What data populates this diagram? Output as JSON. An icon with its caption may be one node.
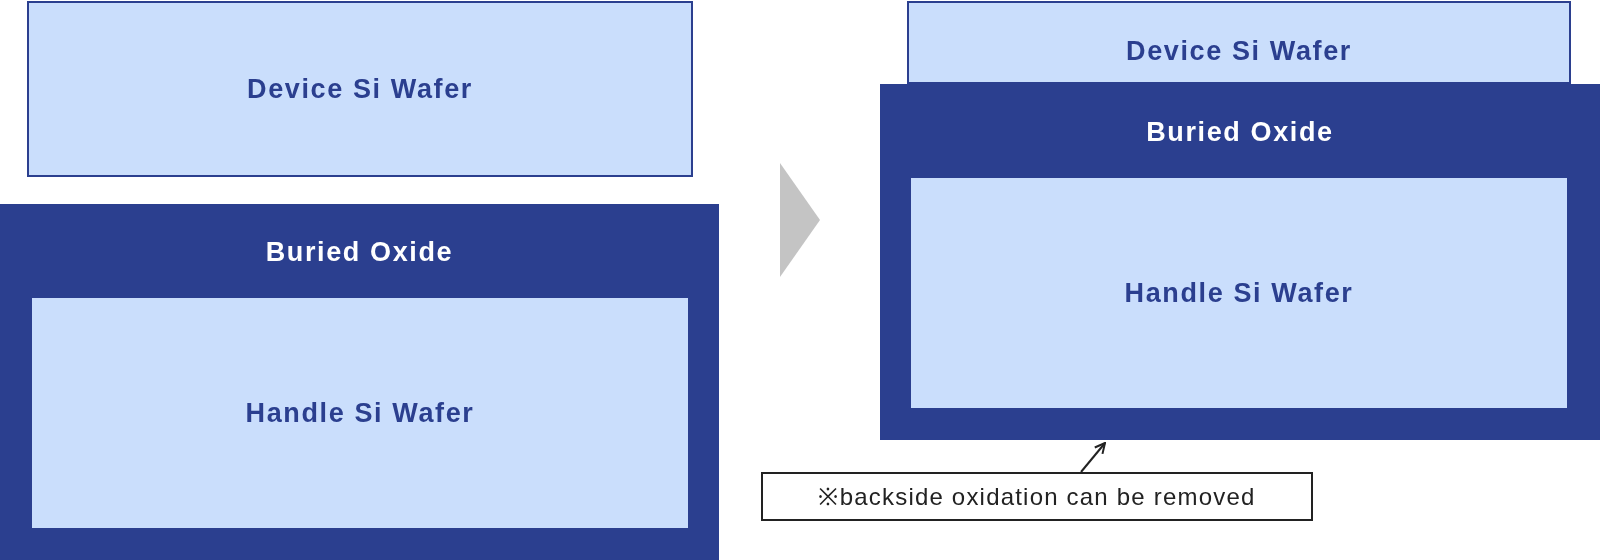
{
  "diagram": {
    "nodes": [
      {
        "text": [
          "Device Si Wafer"
        ]
      },
      {
        "text": [
          "Buried Oxide"
        ]
      },
      {
        "text": [
          "Handle Si Wafer"
        ],
        "in": 1
      },
      {
        "text": [
          "Device Si Wafer"
        ]
      },
      {
        "text": [
          "Buried Oxide"
        ]
      },
      {
        "text": [
          "Handle Si Wafer"
        ],
        "in": 4
      },
      {
        "text": [
          "※backside oxidation can be removed"
        ]
      }
    ],
    "edges": [
      {
        "from": 1,
        "to": 4,
        "arrow": "to",
        "color": "#c4c4c4",
        "style": "thick"
      },
      {
        "from": 6,
        "to": 4,
        "arrow": "to"
      }
    ]
  }
}
